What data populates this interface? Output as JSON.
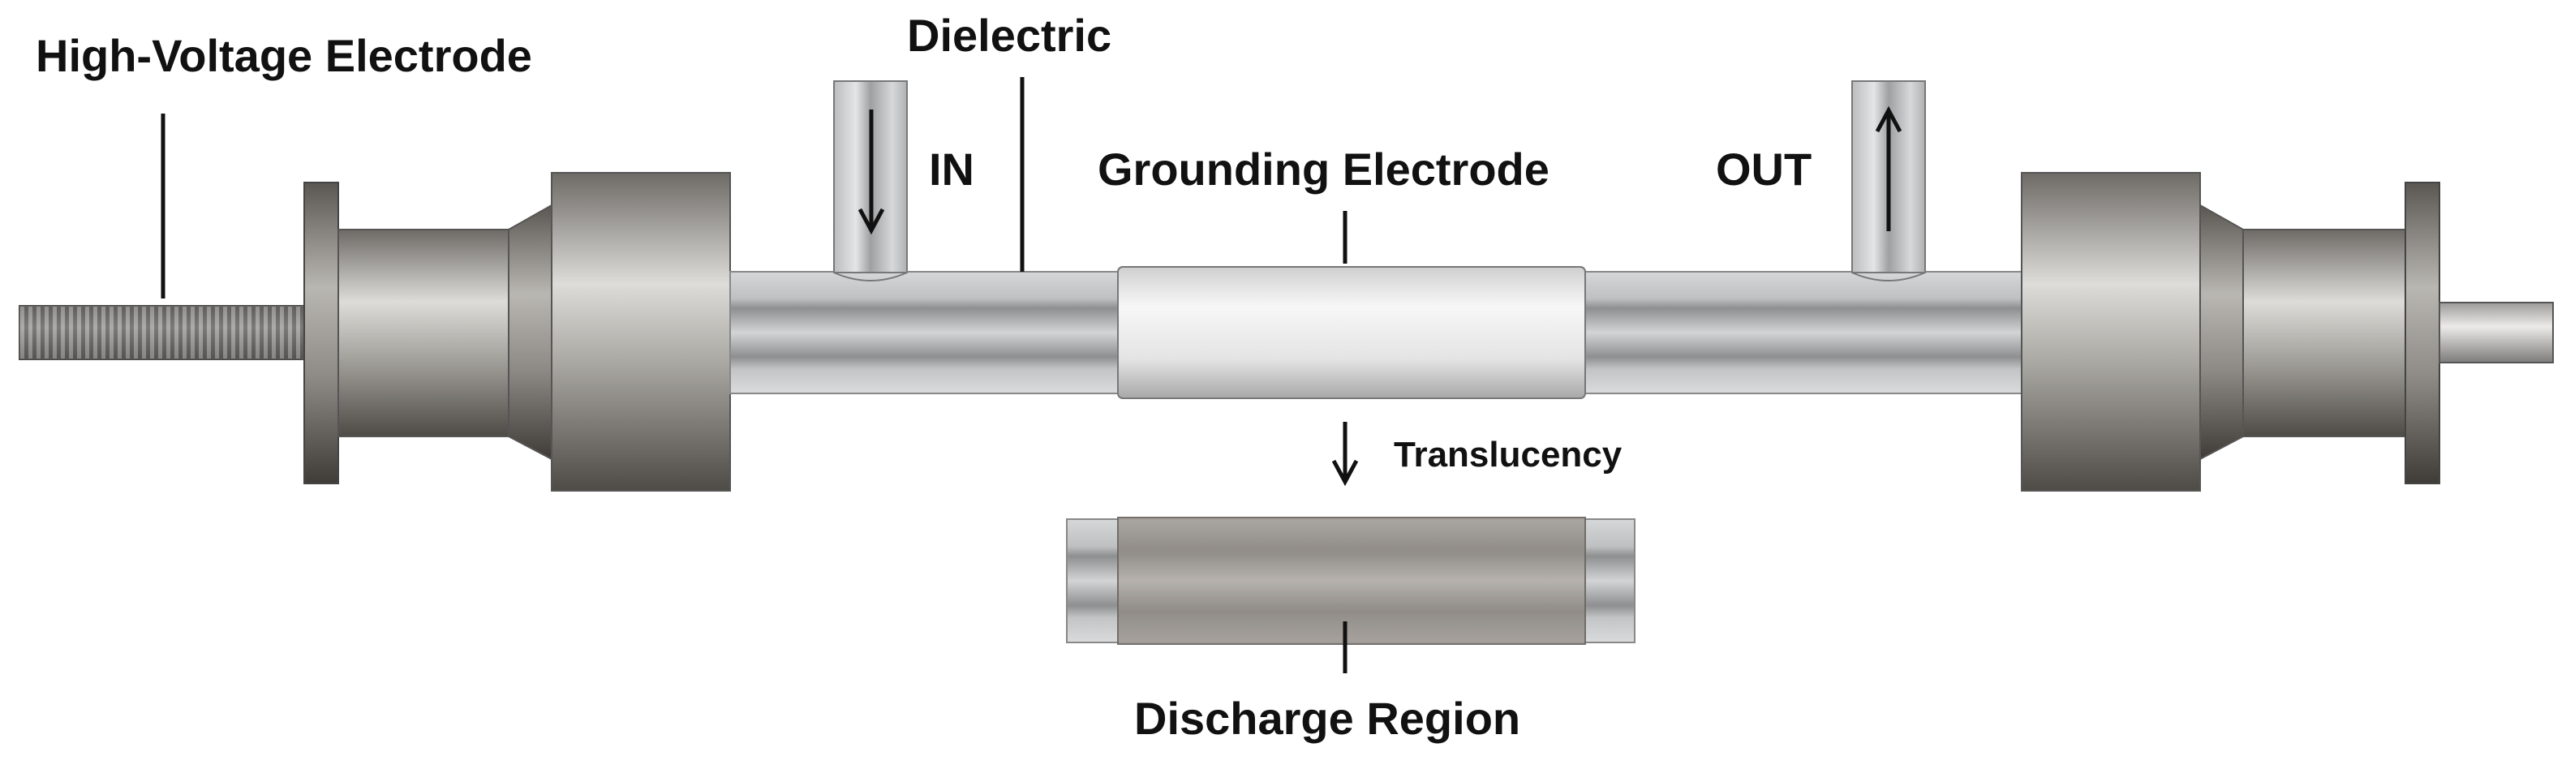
{
  "labels": {
    "high_voltage_electrode": "High-Voltage Electrode",
    "dielectric": "Dielectric",
    "inlet": "IN",
    "grounding_electrode": "Grounding Electrode",
    "outlet": "OUT",
    "translucency": "Translucency",
    "discharge_region": "Discharge Region"
  },
  "colors": {
    "metal_dark": "#5e5b57",
    "metal_mid": "#9a9893",
    "metal_light": "#dcdbd7",
    "tube": "#c9cacb",
    "electrode_sleeve": "#efefef",
    "discharge_core": "#8f8a85",
    "outline": "#555555",
    "text": "#111111"
  }
}
